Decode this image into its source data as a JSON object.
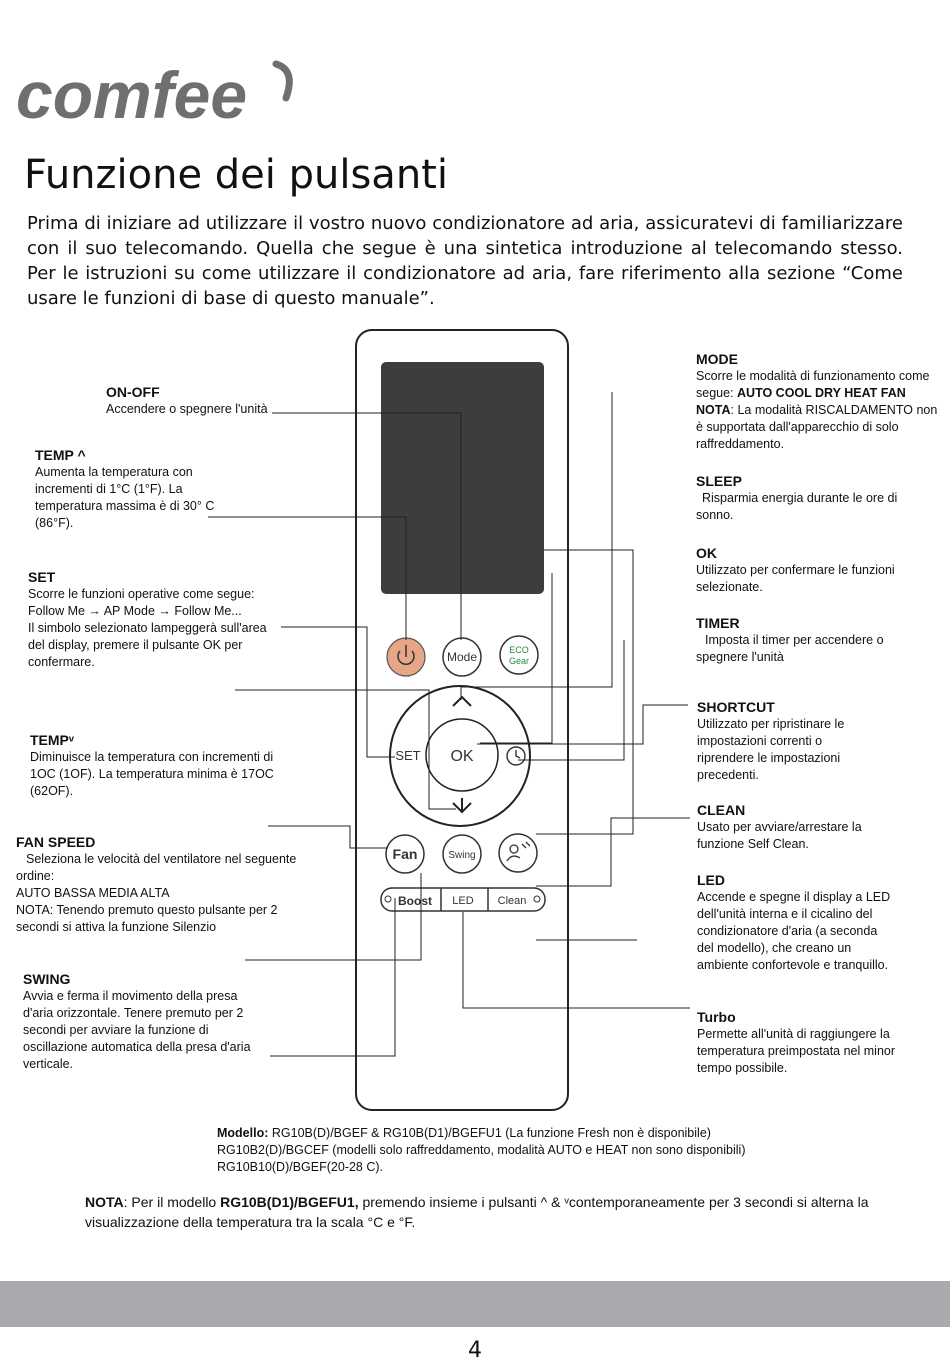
{
  "logo": {
    "text": "comfee"
  },
  "title": "Funzione dei pulsanti",
  "intro": "Prima di iniziare ad utilizzare il vostro nuovo condizionatore ad aria, assicuratevi di familiarizzare con il suo telecomando. Quella che segue è una sintetica introduzione al telecomando stesso. Per le istruzioni su come utilizzare il condizionatore ad aria, fare riferimento alla sezione “Come usare le funzioni di base di questo manuale”.",
  "remote": {
    "mode": "Mode",
    "eco_line1": "ECO",
    "eco_line2": "Gear",
    "set": "SET",
    "ok": "OK",
    "fan": "Fan",
    "swing": "Swing",
    "boost": "Boost",
    "led": "LED",
    "clean": "Clean"
  },
  "left": {
    "onoff": {
      "title": "ON-OFF",
      "text": "Accendere o spegnere l'unità"
    },
    "tempup": {
      "title": "TEMP ^",
      "text": "Aumenta la temperatura con incrementi di 1°C (1°F). La temperatura massima è di 30° C (86°F)."
    },
    "set": {
      "title": "SET",
      "line1": "Scorre le funzioni operative come segue:",
      "line2": "Follow Me → AP Mode → Follow Me...",
      "line3": "Il simbolo selezionato lampeggerà sull'area del display, premere il pulsante OK per confermare."
    },
    "tempdown": {
      "title": "TEMPᵛ",
      "text": "Diminuisce la temperatura con incrementi di 1OC (1OF). La temperatura minima è 17OC (62OF)."
    },
    "fanspeed": {
      "title": "FAN SPEED",
      "line1": "Seleziona le velocità del ventilatore nel seguente ordine:",
      "line2": "AUTO BASSA MEDIA ALTA",
      "line3": "NOTA: Tenendo premuto questo pulsante per 2 secondi si attiva la funzione Silenzio"
    },
    "swing": {
      "title": "SWING",
      "text": "Avvia e ferma il movimento della presa d'aria orizzontale. Tenere premuto per 2 secondi per avviare la funzione di oscillazione automatica della presa d'aria verticale."
    }
  },
  "right": {
    "mode": {
      "title": "MODE",
      "text": "Scorre le modalità di funzionamento come segue:",
      "bold": "AUTO COOL DRY HEAT FAN",
      "nota_label": "NOTA",
      "nota_text": ": La modalità RISCALDAMENTO non è supportata dall'apparecchio di solo raffreddamento."
    },
    "sleep": {
      "title": "SLEEP",
      "text": "Risparmia energia durante le ore di sonno."
    },
    "ok": {
      "title": "OK",
      "text": "Utilizzato per confermare le funzioni selezionate."
    },
    "timer": {
      "title": "TIMER",
      "text": "Imposta il timer per accendere o spegnere l'unità"
    },
    "shortcut": {
      "title": "SHORTCUT",
      "text": "Utilizzato per ripristinare le impostazioni correnti o riprendere le impostazioni precedenti."
    },
    "clean": {
      "title": "CLEAN",
      "text": "Usato per avviare/arrestare la funzione Self Clean."
    },
    "led": {
      "title": "LED",
      "text": "Accende e spegne il display a LED dell'unità interna e il cicalino del condizionatore d'aria (a seconda del modello), che creano un ambiente confortevole e tranquillo."
    },
    "turbo": {
      "title": "Turbo",
      "text": "Permette all'unità di raggiungere la temperatura preimpostata nel minor tempo possibile."
    }
  },
  "model": {
    "label": "Modello:",
    "line1": " RG10B(D)/BGEF & RG10B(D1)/BGEFU1 (La funzione Fresh non è disponibile)",
    "line2": "RG10B2(D)/BGCEF (modelli solo raffreddamento, modalità AUTO e HEAT non sono disponibili)",
    "line3": "RG10B10(D)/BGEF(20-28 C)."
  },
  "nota": {
    "label": "NOTA",
    "text1": ": Per il modello ",
    "model": "RG10B(D1)/BGEFU1,",
    "text2": " premendo insieme i pulsanti ^ & ᵛcontemporaneamente per 3 secondi si alterna la visualizzazione della temperatura tra la scala °C e °F."
  },
  "page_number": "4",
  "colors": {
    "power_button": "#e8a688",
    "display": "#3b3d3f",
    "footer": "#a8aaad",
    "logo": "#6f6f6f"
  }
}
